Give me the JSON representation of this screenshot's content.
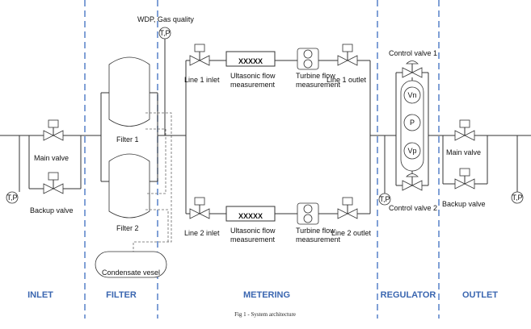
{
  "colors": {
    "section_accent": "#3a66b0",
    "line": "#333333",
    "separator": "#4a77c4"
  },
  "sections": {
    "inlet": "INLET",
    "filter": "FILTER",
    "metering": "METERING",
    "regulator": "REGULATOR",
    "outlet": "OUTLET"
  },
  "labels": {
    "wdp": "WDP, Gas quality",
    "tp": "T,P",
    "main_valve": "Main valve",
    "backup_valve": "Backup valve",
    "filter1": "Filter 1",
    "filter2": "Filter 2",
    "condensate": "Condensate vesel",
    "line1_inlet": "Line 1 inlet",
    "line2_inlet": "Line 2 inlet",
    "line1_outlet": "Line 1 outlet",
    "line2_outlet": "Line 2 outlet",
    "ultrasonic_1": "Ultasonic flow",
    "ultrasonic_2": "measurement",
    "turbine_1": "Turbine flow",
    "turbine_2": "measurement",
    "xxxxx": "XXXXX",
    "control_valve1": "Control valve 1",
    "control_valve2": "Control valve 2",
    "vn": "Vn",
    "p": "P",
    "vp": "Vp",
    "caption": "Fig 1 - System architecture"
  }
}
